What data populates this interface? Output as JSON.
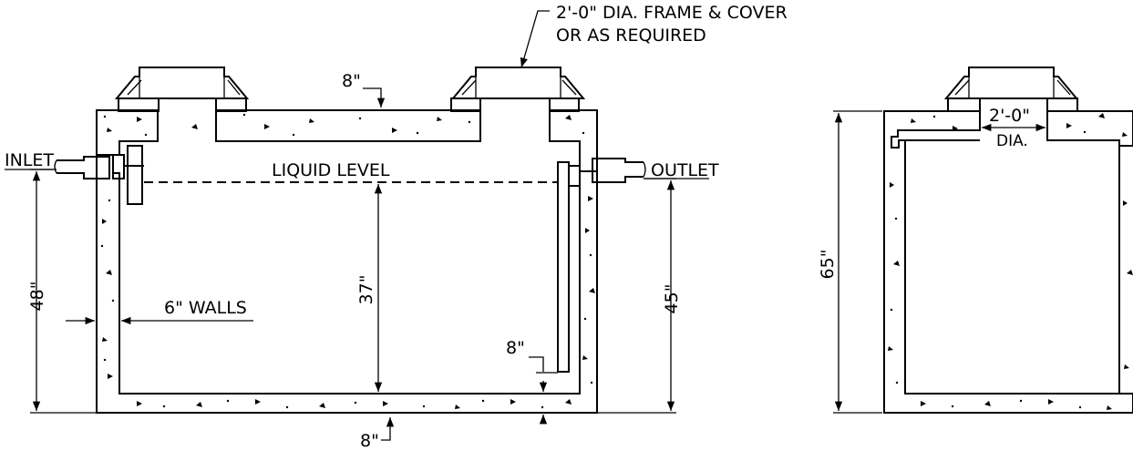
{
  "labels": {
    "frame_cover_line1": "2'-0\" DIA. FRAME & COVER",
    "frame_cover_line2": "OR AS REQUIRED",
    "top_slab_thickness": "8\"",
    "inlet": "INLET",
    "outlet": "OUTLET",
    "liquid_level": "LIQUID LEVEL",
    "walls": "6\" WALLS",
    "depth_48": "48\"",
    "depth_37": "37\"",
    "depth_45": "45\"",
    "baffle_gap": "8\"",
    "bottom_slab_thickness": "8\"",
    "height_65": "65\"",
    "opening_dim": "2'-0\"",
    "opening_dia": "DIA."
  }
}
